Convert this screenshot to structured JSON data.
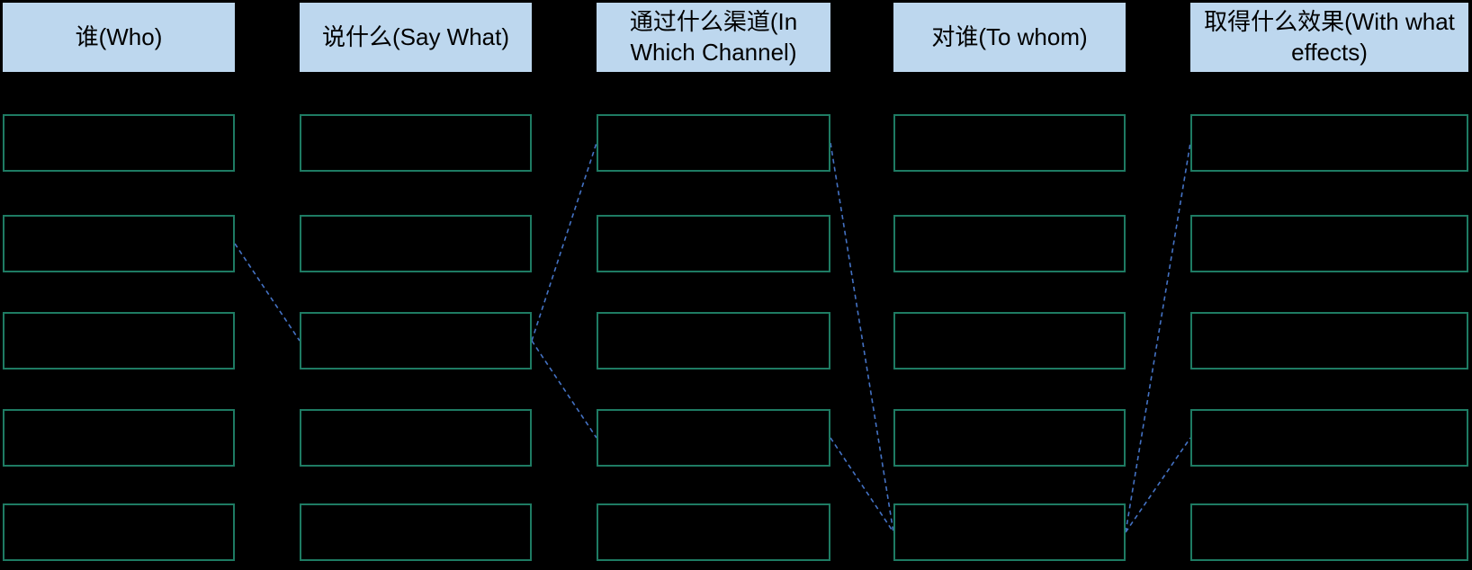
{
  "diagram": {
    "colors": {
      "background": "#000000",
      "header_fill": "#BDD7EE",
      "header_text": "#000000",
      "box_border": "#1E7B63",
      "connector": "#4472C4"
    },
    "rows_per_column": 5,
    "columns": [
      {
        "id": "who",
        "label": "谁(Who)"
      },
      {
        "id": "say-what",
        "label": "说什么(Say What)"
      },
      {
        "id": "channel",
        "label": "通过什么渠道(In Which Channel)"
      },
      {
        "id": "to-whom",
        "label": "对谁(To whom)"
      },
      {
        "id": "effects",
        "label": "取得什么效果(With what effects)"
      }
    ],
    "connections": [
      {
        "from": {
          "col": 0,
          "row": 1
        },
        "to": {
          "col": 1,
          "row": 2
        }
      },
      {
        "from": {
          "col": 1,
          "row": 2
        },
        "to": {
          "col": 2,
          "row": 0
        }
      },
      {
        "from": {
          "col": 1,
          "row": 2
        },
        "to": {
          "col": 2,
          "row": 3
        }
      },
      {
        "from": {
          "col": 2,
          "row": 0
        },
        "to": {
          "col": 3,
          "row": 4
        }
      },
      {
        "from": {
          "col": 2,
          "row": 3
        },
        "to": {
          "col": 3,
          "row": 4
        }
      },
      {
        "from": {
          "col": 3,
          "row": 4
        },
        "to": {
          "col": 4,
          "row": 0
        }
      },
      {
        "from": {
          "col": 3,
          "row": 4
        },
        "to": {
          "col": 4,
          "row": 3
        }
      }
    ]
  }
}
